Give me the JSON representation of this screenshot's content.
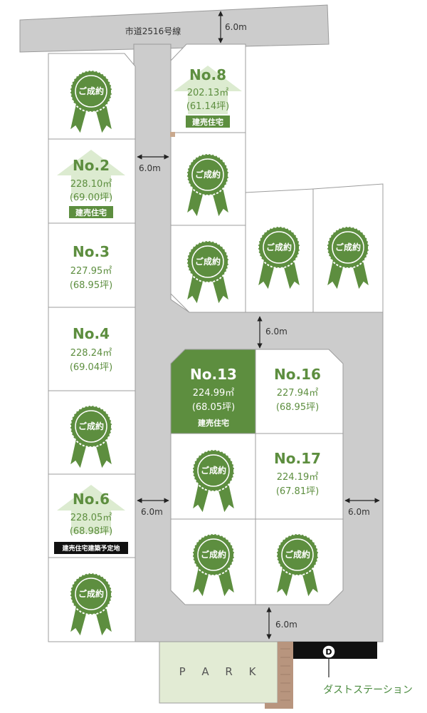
{
  "colors": {
    "road": "#cccccc",
    "road_edge": "#9a9a9a",
    "lot": "#ffffff",
    "lot_edge": "#9c9c9c",
    "accent": "#5d8e3f",
    "accent_light": "#dcebd0",
    "park": "#e2ebd4",
    "brick": "#b8957e",
    "dust": "#111111"
  },
  "road": {
    "city_road_label": "市道2516号線",
    "city_road_width": "6.0m",
    "width_labels": [
      "6.0m",
      "6.0m",
      "6.0m",
      "6.0m",
      "6.0m"
    ]
  },
  "lots": [
    {
      "id": "top-left",
      "status": "sold",
      "seal_label": "ご成約"
    },
    {
      "id": "no8",
      "status": "available",
      "number": "No.8",
      "area_sqm": "202.13㎡",
      "area_tsubo": "(61.14坪)",
      "badge": "建売住宅"
    },
    {
      "id": "no2",
      "status": "available",
      "number": "No.2",
      "area_sqm": "228.10㎡",
      "area_tsubo": "(69.00坪)",
      "badge": "建売住宅"
    },
    {
      "id": "mid-upper",
      "status": "sold",
      "seal_label": "ご成約"
    },
    {
      "id": "no3",
      "status": "available",
      "number": "No.3",
      "area_sqm": "227.95㎡",
      "area_tsubo": "(68.95坪)"
    },
    {
      "id": "mid-lower",
      "status": "sold",
      "seal_label": "ご成約"
    },
    {
      "id": "right-a",
      "status": "sold",
      "seal_label": "ご成約"
    },
    {
      "id": "right-b",
      "status": "sold",
      "seal_label": "ご成約"
    },
    {
      "id": "no4",
      "status": "available",
      "number": "No.4",
      "area_sqm": "228.24㎡",
      "area_tsubo": "(69.04坪)"
    },
    {
      "id": "no13",
      "status": "featured",
      "number": "No.13",
      "area_sqm": "224.99㎡",
      "area_tsubo": "(68.05坪)",
      "badge": "建売住宅"
    },
    {
      "id": "no16",
      "status": "available",
      "number": "No.16",
      "area_sqm": "227.94㎡",
      "area_tsubo": "(68.95坪)"
    },
    {
      "id": "left-5",
      "status": "sold",
      "seal_label": "ご成約"
    },
    {
      "id": "block-c",
      "status": "sold",
      "seal_label": "ご成約"
    },
    {
      "id": "no17",
      "status": "available",
      "number": "No.17",
      "area_sqm": "224.19㎡",
      "area_tsubo": "(67.81坪)"
    },
    {
      "id": "no6",
      "status": "available",
      "number": "No.6",
      "area_sqm": "228.05㎡",
      "area_tsubo": "(68.98坪)",
      "badge": "建売住宅建築予定地"
    },
    {
      "id": "block-e",
      "status": "sold",
      "seal_label": "ご成約"
    },
    {
      "id": "block-f",
      "status": "sold",
      "seal_label": "ご成約"
    },
    {
      "id": "left-7",
      "status": "sold",
      "seal_label": "ご成約"
    }
  ],
  "park": {
    "label": "P A R K"
  },
  "dust_station": {
    "marker": "D",
    "label": "ダストステーション"
  }
}
